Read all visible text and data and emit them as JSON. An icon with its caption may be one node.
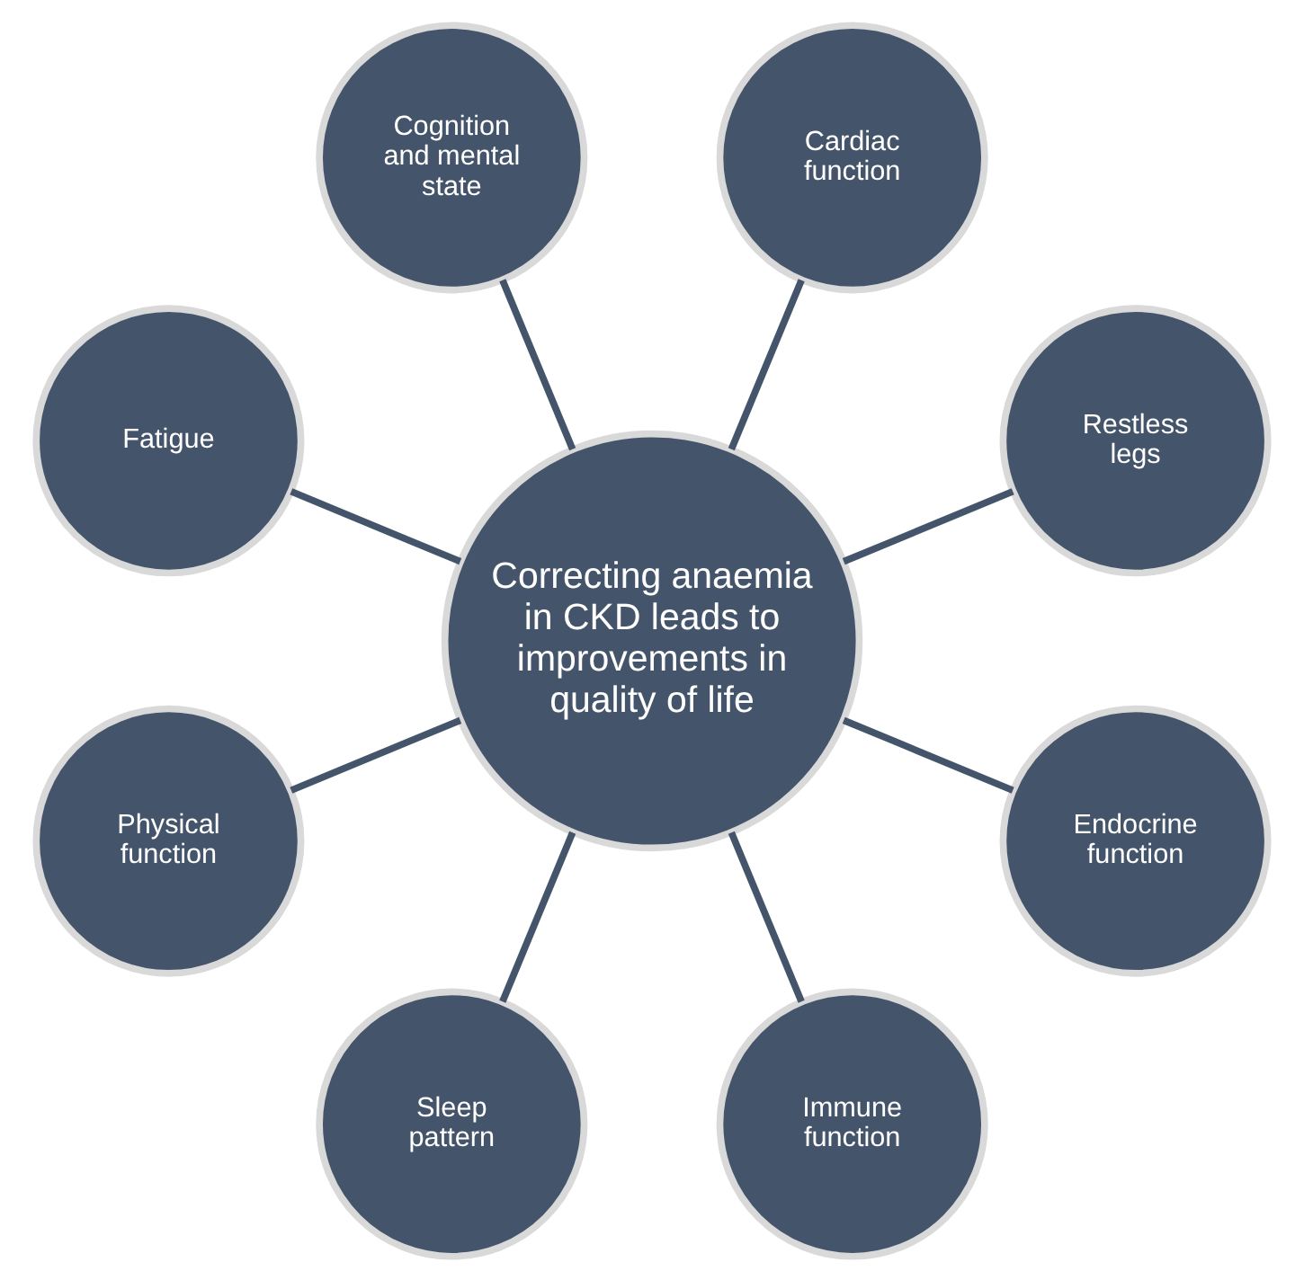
{
  "diagram": {
    "nodes": [
      {
        "text": [
          "Correcting anaemia in CKD leads to improvements in quality of life"
        ]
      },
      {
        "text": [
          "Restless legs"
        ]
      },
      {
        "text": [
          "Cardiac function"
        ]
      },
      {
        "text": [
          "Cognition and mental state"
        ]
      },
      {
        "text": [
          "Fatigue"
        ]
      },
      {
        "text": [
          "Physical function"
        ]
      },
      {
        "text": [
          "Sleep pattern"
        ]
      },
      {
        "text": [
          "Immune function"
        ]
      },
      {
        "text": [
          "Endocrine function"
        ]
      }
    ],
    "edges": [
      {
        "from": 0,
        "to": 1,
        "arrow": "none"
      },
      {
        "from": 0,
        "to": 3,
        "arrow": "none"
      },
      {
        "from": 0,
        "to": 5,
        "arrow": "none"
      },
      {
        "from": 0,
        "to": 7,
        "arrow": "none"
      },
      {
        "from": 0,
        "to": 8,
        "arrow": "none"
      },
      {
        "from": 0,
        "to": 6,
        "arrow": "none"
      },
      {
        "from": 0,
        "to": 4,
        "arrow": "none"
      },
      {
        "from": 0,
        "to": 2,
        "arrow": "none"
      }
    ]
  }
}
